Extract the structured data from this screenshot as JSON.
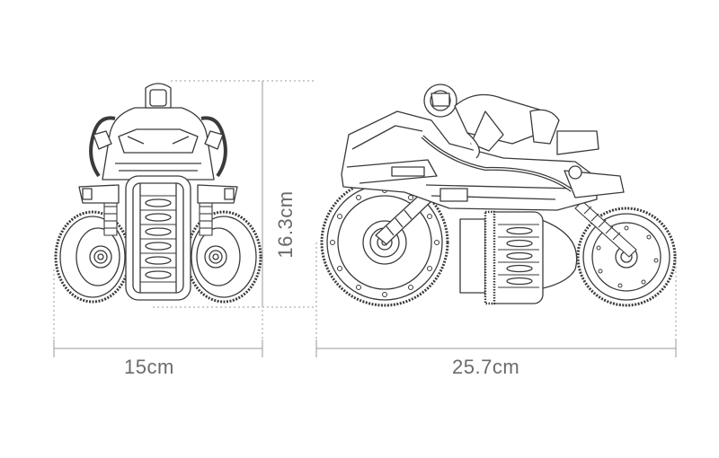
{
  "dimensions": {
    "width_label": "15cm",
    "height_label": "16.3cm",
    "length_label": "25.7cm"
  },
  "colors": {
    "line_art": "#3a3a3a",
    "dimension_line": "#9a9a9a",
    "label_text": "#6b6b6b",
    "background": "#ffffff"
  }
}
